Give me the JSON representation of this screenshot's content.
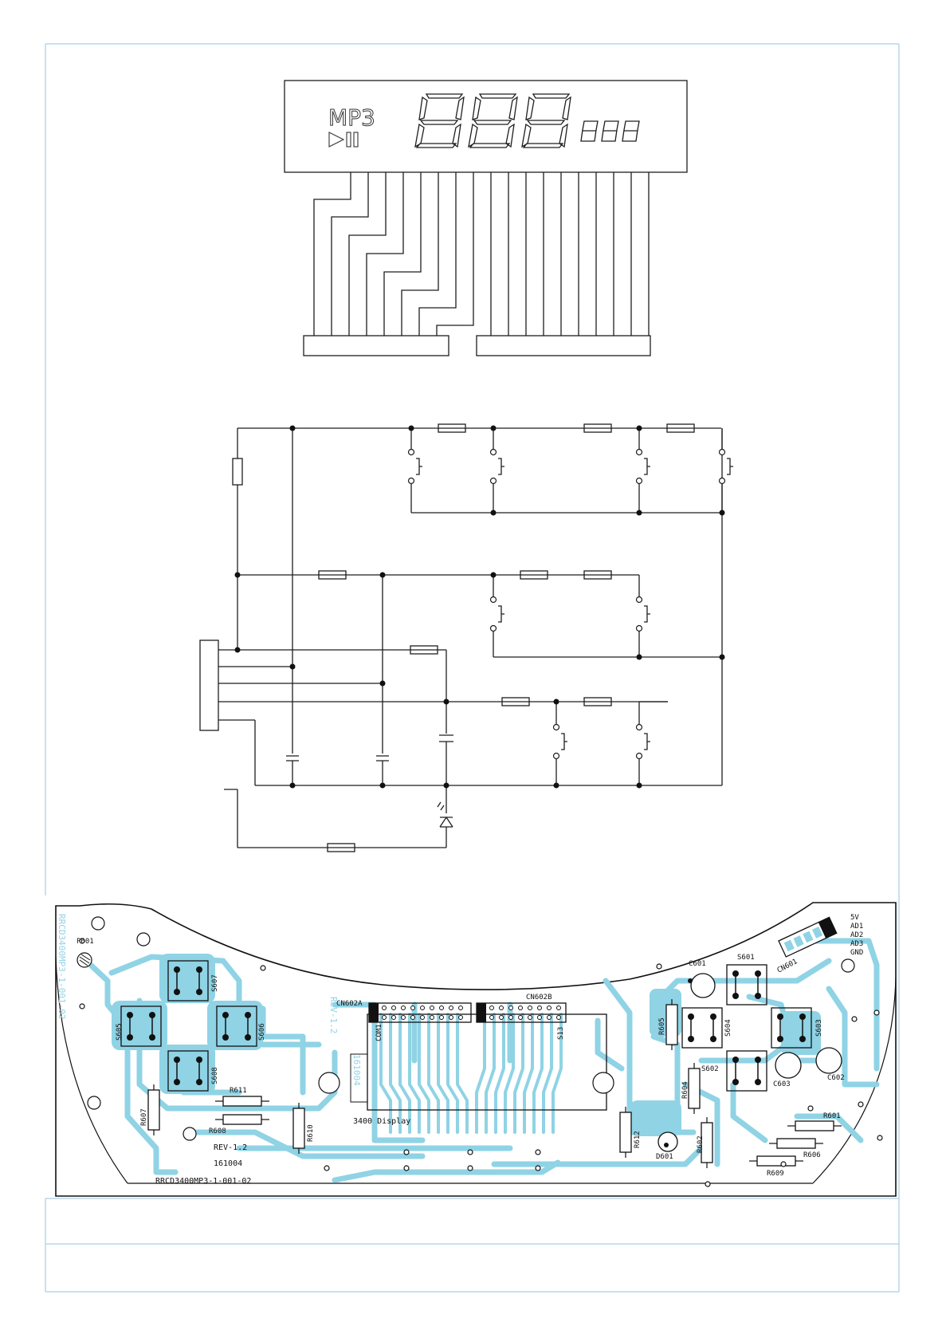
{
  "lcd": {
    "mode_text": "MP3",
    "play_pause_symbol": "▷⏸",
    "main_digits": "888",
    "small_digits": "888"
  },
  "pcb": {
    "title_code": "RRCD3400MP3-1-001-02",
    "mirror_code": "RRCD3400MP3-1-001-02",
    "revision": "REV-1.2",
    "date": "161004",
    "mirror_rev": "REV-1.2",
    "mirror_date": "161004",
    "display_label": "3400 Display",
    "connector_pins": [
      "5V",
      "AD1",
      "AD2",
      "AD3",
      "GND"
    ],
    "labels": {
      "p601": "P601",
      "s601": "S601",
      "s602": "S602",
      "s603": "S603",
      "s604": "S604",
      "s605": "S605",
      "s606": "S606",
      "s607": "S607",
      "s608": "S608",
      "r601": "R601",
      "r602": "R602",
      "r604": "R604",
      "r605": "R605",
      "r606": "R606",
      "r607": "R607",
      "r608": "R608",
      "r609": "R609",
      "r610": "R610",
      "r611": "R611",
      "r612": "R612",
      "c601": "C601",
      "c602": "C602",
      "c603": "C603",
      "d601": "D601",
      "cn601": "CN601",
      "cn602a": "CN602A",
      "cn602b": "CN602B",
      "com1": "COM1",
      "s13": "S13"
    }
  },
  "colors": {
    "track": "#8fd3e5",
    "frame": "#b9d6ec",
    "ink": "#1e1e1e"
  }
}
